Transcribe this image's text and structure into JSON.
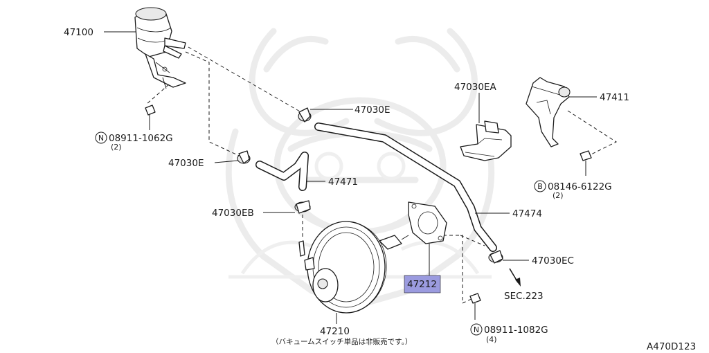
{
  "labels": {
    "p47100": "47100",
    "p47030E_a": "47030E",
    "p47030E_b": "47030E",
    "p47030EA": "47030EA",
    "p47411": "47411",
    "p47471": "47471",
    "p47030EB": "47030EB",
    "p47474": "47474",
    "p47030EC": "47030EC",
    "p47212": "47212",
    "p47210": "47210",
    "sec223": "SEC.223",
    "bolt_a": "08911-1062G",
    "bolt_a_qty": "(2)",
    "bolt_b": "08146-6122G",
    "bolt_b_qty": "(2)",
    "bolt_c": "08911-1082G",
    "bolt_c_qty": "(4)",
    "note_47210": "（バキュームスイッチ単品は非販売です。）",
    "diagram_code": "A470D123"
  },
  "symbols": {
    "n_mark": "N",
    "b_mark": "B"
  },
  "highlight_color": "#9b9bdf",
  "watermark": "samurai-helmet-logo"
}
